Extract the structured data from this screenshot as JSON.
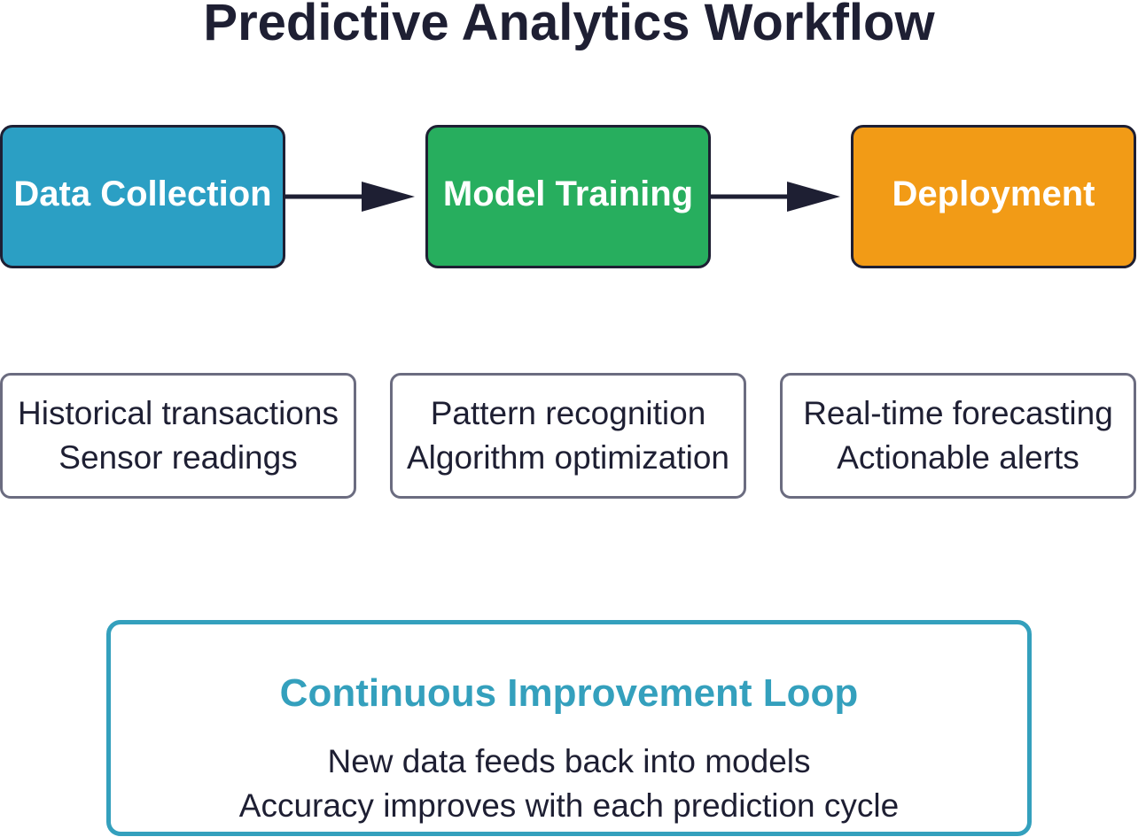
{
  "title": "Predictive Analytics Workflow",
  "colors": {
    "data_collection": "#2b9fc4",
    "model_training": "#27ae5e",
    "deployment": "#f29b16",
    "border_dark": "#1e1f33",
    "detail_border": "#6b6c80",
    "loop_accent": "#34a0bd"
  },
  "stages": [
    {
      "label": "Data Collection"
    },
    {
      "label": "Model Training"
    },
    {
      "label": "Deployment"
    }
  ],
  "details": [
    {
      "lines": [
        "Historical transactions",
        "Sensor readings"
      ]
    },
    {
      "lines": [
        "Pattern recognition",
        "Algorithm optimization"
      ]
    },
    {
      "lines": [
        "Real-time forecasting",
        "Actionable alerts"
      ]
    }
  ],
  "loop": {
    "title": "Continuous Improvement Loop",
    "lines": [
      "New data feeds back into models",
      "Accuracy improves with each prediction cycle"
    ]
  }
}
